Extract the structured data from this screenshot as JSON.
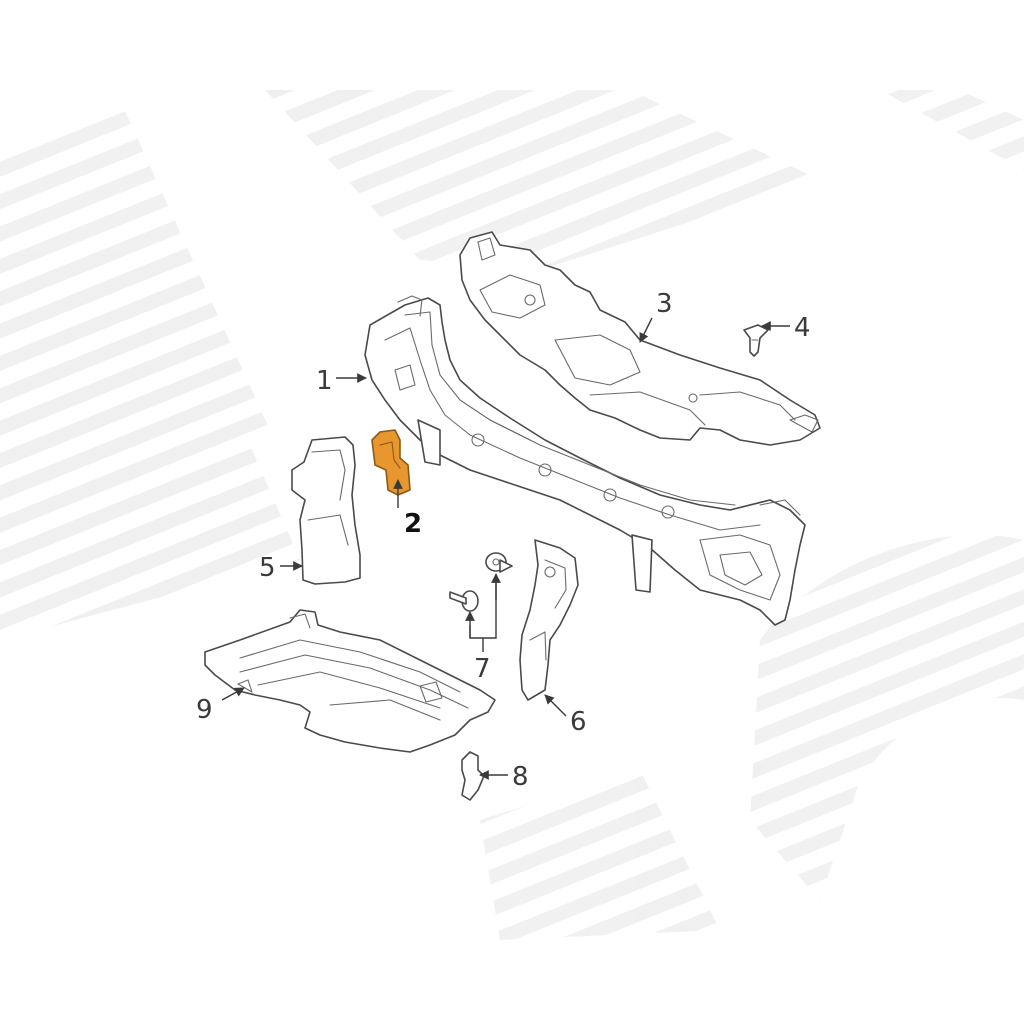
{
  "callouts": [
    {
      "id": "1",
      "label": "1"
    },
    {
      "id": "2",
      "label": "2"
    },
    {
      "id": "3",
      "label": "3"
    },
    {
      "id": "4",
      "label": "4"
    },
    {
      "id": "5",
      "label": "5"
    },
    {
      "id": "6",
      "label": "6"
    },
    {
      "id": "7",
      "label": "7"
    },
    {
      "id": "8",
      "label": "8"
    },
    {
      "id": "9",
      "label": "9"
    }
  ],
  "highlight_color": "#e8962e",
  "highlighted_part": "2"
}
